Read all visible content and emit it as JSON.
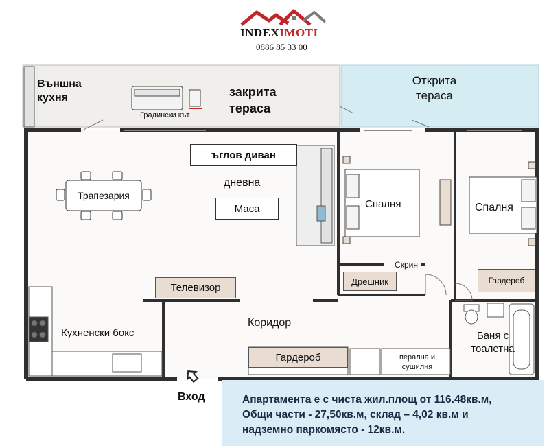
{
  "header": {
    "brand_part1": "INDEX",
    "brand_part2": "IMOTI",
    "phone": "0886 85 33 00",
    "accent_color": "#c0262a"
  },
  "rooms": {
    "outdoor_kitchen": "Външна кухня",
    "closed_terrace": "закрита тераса",
    "open_terrace": "Открита тераса",
    "garden_corner": "Градински кът",
    "corner_sofa": "ъглов диван",
    "living_room": "дневна",
    "dining": "Трапезария",
    "table": "Маса",
    "bedroom_1": "Спалня",
    "bedroom_2": "Спалня",
    "tv": "Телевизор",
    "dresser": "Скрин",
    "clothes_cabinet": "Дрешник",
    "wardrobe_1": "Гардероб",
    "wardrobe_2": "Гардероб",
    "kitchen_box": "Кухненски бокс",
    "corridor": "Коридор",
    "bathroom": "Баня с тоалетна",
    "laundry": "перална и сушилня",
    "entrance": "Вход"
  },
  "info": {
    "line1": "Апартамента е с чиста жил.площ от 116.48кв.м,",
    "line2": "Общи части - 27,50кв.м, склад – 4,02 кв.м и",
    "line3": "надземно паркомясто - 12кв.м."
  },
  "colors": {
    "open_terrace": "#d5ecf3",
    "closed_terrace": "#f0efec",
    "wall": "#2f2f2f",
    "floor": "#fbfaf8",
    "furniture_tan": "#e8ddd0"
  }
}
